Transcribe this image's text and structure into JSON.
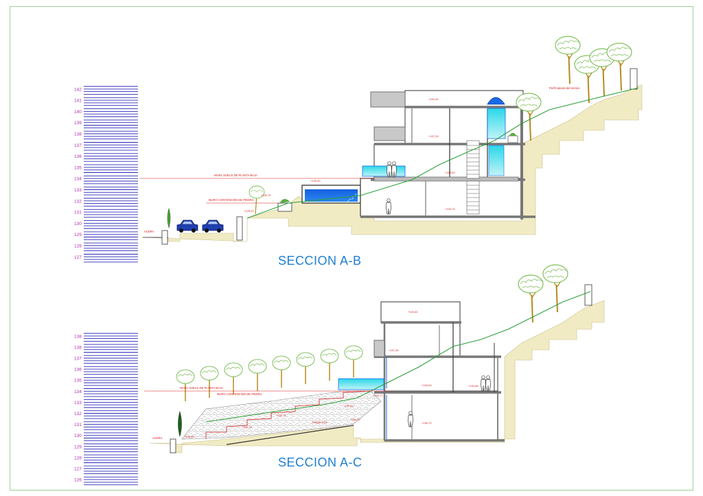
{
  "sections": [
    {
      "title": "SECCION A-B",
      "scale_ticks": [
        "142",
        "141",
        "140",
        "139",
        "138",
        "137",
        "136",
        "135",
        "134",
        "133",
        "132",
        "131",
        "130",
        "129",
        "128",
        "127"
      ],
      "annotations": {
        "suelo_planta_baja": "NIVEL SUELO DE PLANTA BAJA",
        "muro_contencion": "MURO CONTENCIÓN DE PIEDRA",
        "perfil_terreno": "Perfil natural del terreno",
        "acera": "ACERA"
      },
      "levels": [
        "+140,40",
        "+137,20",
        "+134,00",
        "+130,70",
        "+133,20",
        "+130,70",
        "+129,20"
      ]
    },
    {
      "title": "SECCION A-C",
      "scale_ticks": [
        "138",
        "138",
        "137",
        "136",
        "135",
        "134",
        "133",
        "132",
        "131",
        "130",
        "129",
        "128",
        "127",
        "126"
      ],
      "annotations": {
        "suelo_planta_baja": "NIVEL SUELO DE PLANTA BAJA",
        "muro_contencion": "MURO CONTENCIÓN DE PIEDRA",
        "rampa": "rampa 14%",
        "acera": "ACERA"
      },
      "levels": [
        "+140,40",
        "+137,30",
        "+134,00",
        "+130,70",
        "+133,95",
        "+133,77",
        "+132,84",
        "+132,11",
        "+130,18",
        "+130,70",
        "+129,55"
      ]
    }
  ],
  "colors": {
    "title": "#1f7fd1",
    "tick_label": "#b02cb0",
    "scale_line": "#2a2ab8",
    "level_text": "#d31919",
    "terrain": "#f1ebc4",
    "section_line": "#2e9f3a",
    "pool": "#1a6ae8",
    "tree": "#7fbf5a"
  }
}
